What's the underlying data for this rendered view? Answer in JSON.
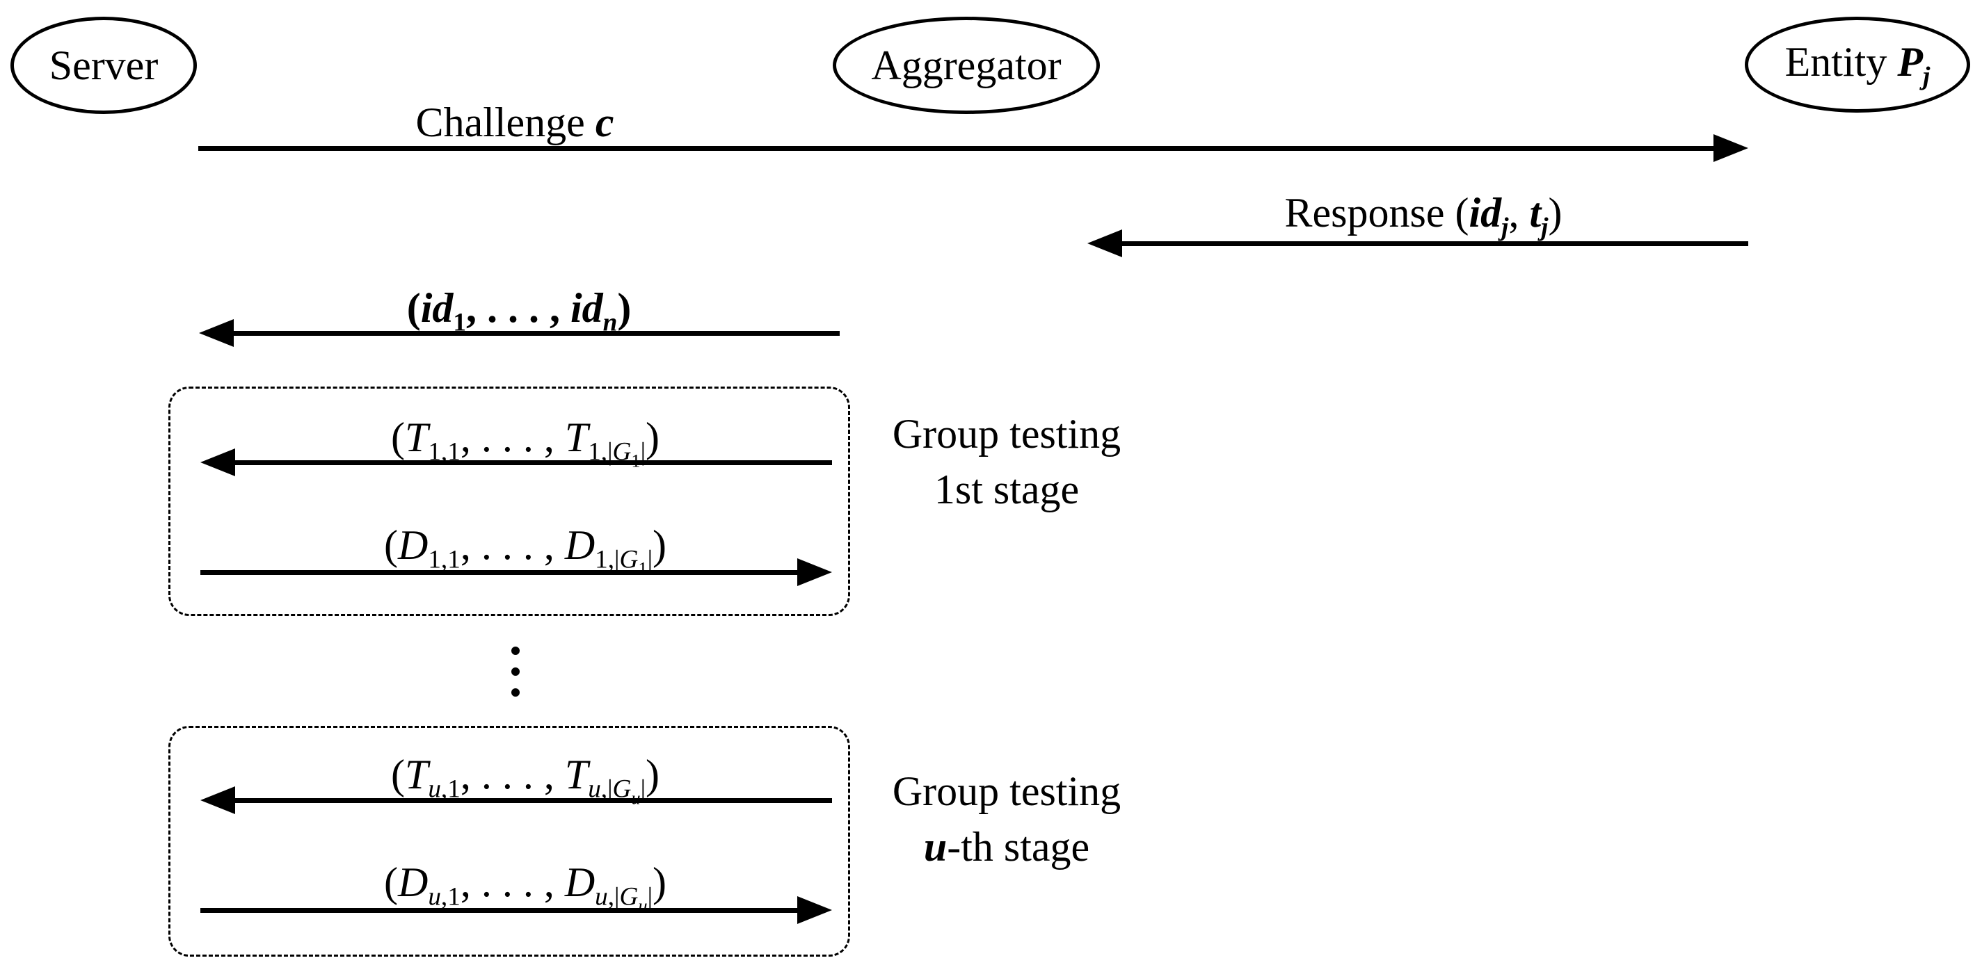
{
  "colors": {
    "ink": "#000000",
    "background": "#ffffff"
  },
  "entities": {
    "server": {
      "label": "Server"
    },
    "aggregator": {
      "label": "Aggregator"
    },
    "entity": {
      "rich": [
        [
          "r",
          "Entity "
        ],
        [
          "bi",
          "P"
        ],
        [
          "sbi",
          "j"
        ]
      ]
    }
  },
  "messages": {
    "challenge": {
      "direction": "server-to-entity",
      "rich": [
        [
          "r",
          "Challenge "
        ],
        [
          "bi",
          "c"
        ]
      ]
    },
    "response": {
      "direction": "entity-to-aggregator",
      "rich": [
        [
          "r",
          "Response ("
        ],
        [
          "bi",
          "id"
        ],
        [
          "sbi",
          "j"
        ],
        [
          "r",
          ", "
        ],
        [
          "bi",
          "t"
        ],
        [
          "sbi",
          "j"
        ],
        [
          "r",
          ")"
        ]
      ]
    },
    "ids": {
      "direction": "aggregator-to-server",
      "rich": [
        [
          "b",
          "("
        ],
        [
          "bi",
          "id"
        ],
        [
          "sb",
          "1"
        ],
        [
          "b",
          ", . . . , "
        ],
        [
          "bi",
          "id"
        ],
        [
          "sbi",
          "n"
        ],
        [
          "b",
          ")"
        ]
      ]
    },
    "t1": {
      "direction": "aggregator-to-server",
      "rich": [
        [
          "r",
          "("
        ],
        [
          "i",
          "T"
        ],
        [
          "s",
          "1,1"
        ],
        [
          "r",
          ", . . . , "
        ],
        [
          "i",
          "T"
        ],
        [
          "s",
          "1,|"
        ],
        [
          "scs",
          "G"
        ],
        [
          "ss",
          "1"
        ],
        [
          "s",
          "|"
        ],
        [
          "r",
          ")"
        ]
      ]
    },
    "d1": {
      "direction": "server-to-aggregator",
      "rich": [
        [
          "r",
          "("
        ],
        [
          "i",
          "D"
        ],
        [
          "s",
          "1,1"
        ],
        [
          "r",
          ", . . . , "
        ],
        [
          "i",
          "D"
        ],
        [
          "s",
          "1,|"
        ],
        [
          "scs",
          "G"
        ],
        [
          "ss",
          "1"
        ],
        [
          "s",
          "|"
        ],
        [
          "r",
          ")"
        ]
      ]
    },
    "tu": {
      "direction": "aggregator-to-server",
      "rich": [
        [
          "r",
          "("
        ],
        [
          "i",
          "T"
        ],
        [
          "si",
          "u"
        ],
        [
          "s",
          ",1"
        ],
        [
          "r",
          ", . . . , "
        ],
        [
          "i",
          "T"
        ],
        [
          "si",
          "u"
        ],
        [
          "s",
          ",|"
        ],
        [
          "scs",
          "G"
        ],
        [
          "ssi",
          "u"
        ],
        [
          "s",
          "|"
        ],
        [
          "r",
          ")"
        ]
      ]
    },
    "du": {
      "direction": "server-to-aggregator",
      "rich": [
        [
          "r",
          "("
        ],
        [
          "i",
          "D"
        ],
        [
          "si",
          "u"
        ],
        [
          "s",
          ",1"
        ],
        [
          "r",
          ", . . . , "
        ],
        [
          "i",
          "D"
        ],
        [
          "si",
          "u"
        ],
        [
          "s",
          ",|"
        ],
        [
          "scs",
          "G"
        ],
        [
          "ssi",
          "u"
        ],
        [
          "s",
          "|"
        ],
        [
          "r",
          ")"
        ]
      ]
    }
  },
  "annotations": {
    "stage1": {
      "line1": "Group testing",
      "line2": "1st stage"
    },
    "stageu": {
      "line1": "Group testing",
      "line2_rich": [
        [
          "bi",
          "u"
        ],
        [
          "r",
          "-th stage"
        ]
      ]
    }
  }
}
